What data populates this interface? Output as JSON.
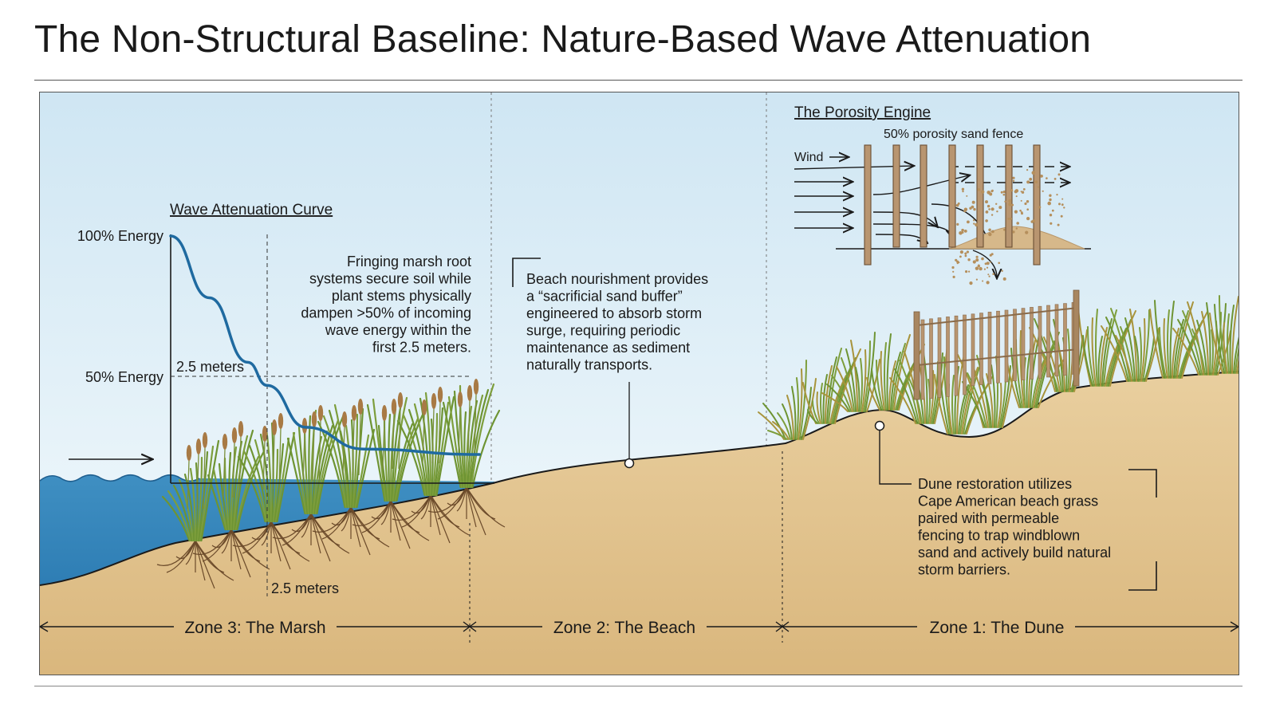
{
  "title": "The Non-Structural Baseline: Nature-Based Wave Attenuation",
  "colors": {
    "sky_top": "#cfe6f3",
    "sky_bottom": "#f6fbfd",
    "water": "#3f8fc2",
    "water_deep": "#1f6ea8",
    "sand": "#e9cf9f",
    "sand_dark": "#d9b67c",
    "grass": "#7d9e3c",
    "curve": "#1f6aa0",
    "wood": "#b89570"
  },
  "curve": {
    "title": "Wave Attenuation Curve",
    "y_top_label": "100% Energy",
    "y_mid_label": "50% Energy",
    "x_marker_label_top": "2.5 meters",
    "x_marker_label_bottom": "2.5 meters",
    "description": [
      "Fringing marsh root",
      "systems secure soil while",
      "plant stems physically",
      "dampen >50% of incoming",
      "wave energy within the",
      "first 2.5 meters."
    ],
    "energy_points": [
      {
        "x_m": 0.0,
        "energy_pct": 100
      },
      {
        "x_m": 1.0,
        "energy_pct": 78
      },
      {
        "x_m": 2.0,
        "energy_pct": 55
      },
      {
        "x_m": 2.5,
        "energy_pct": 45
      },
      {
        "x_m": 3.5,
        "energy_pct": 22
      },
      {
        "x_m": 5.0,
        "energy_pct": 10
      },
      {
        "x_m": 8.0,
        "energy_pct": 7
      }
    ]
  },
  "beach": {
    "description": [
      "Beach nourishment provides",
      "a “sacrificial sand buffer”",
      "engineered to absorb storm",
      "surge, requiring periodic",
      "maintenance as sediment",
      "naturally transports."
    ]
  },
  "porosity": {
    "title": "The Porosity Engine",
    "fence_label": "50% porosity sand fence",
    "wind_label": "Wind"
  },
  "dune": {
    "description": [
      "Dune restoration utilizes",
      "Cape American beach grass",
      "paired with permeable",
      "fencing to trap windblown",
      "sand and actively build natural",
      "storm barriers."
    ]
  },
  "zones": [
    {
      "label": "Zone 3: The Marsh"
    },
    {
      "label": "Zone 2: The Beach"
    },
    {
      "label": "Zone 1: The Dune"
    }
  ]
}
